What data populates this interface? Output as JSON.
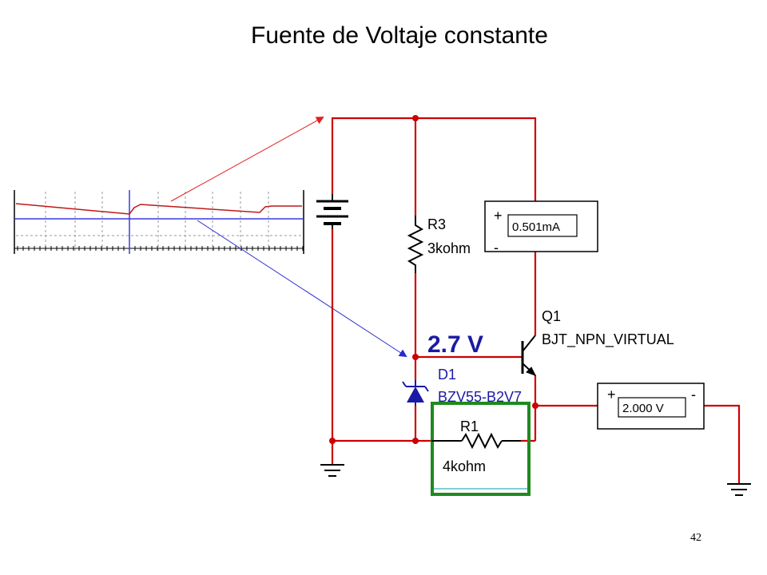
{
  "slide": {
    "title": "Fuente de Voltaje constante",
    "page_number": "42"
  },
  "components": {
    "r3": {
      "ref": "R3",
      "value": "3kohm"
    },
    "r1": {
      "ref": "R1",
      "value": "4kohm"
    },
    "q1": {
      "ref": "Q1",
      "model": "BJT_NPN_VIRTUAL"
    },
    "d1": {
      "ref": "D1",
      "model": "BZV55-B2V7"
    },
    "node_voltage": "2.7 V"
  },
  "instruments": {
    "ammeter": {
      "reading": "0.501mA",
      "plus": "+",
      "minus": "-"
    },
    "voltmeter": {
      "reading": "2.000 V",
      "plus": "+",
      "minus": "-"
    }
  },
  "colors": {
    "wire": "#cc0000",
    "component": "#000000",
    "diode": "#1a1aa6",
    "highlight": "#1f8a1f",
    "probe_red": "#e02020",
    "probe_blue": "#2a2ad0"
  },
  "icons": {
    "battery": "battery-icon",
    "ground": "ground-icon",
    "zener": "zener-diode-icon",
    "transistor": "npn-transistor-icon",
    "resistor": "resistor-icon",
    "scope": "oscilloscope-trace-icon"
  }
}
